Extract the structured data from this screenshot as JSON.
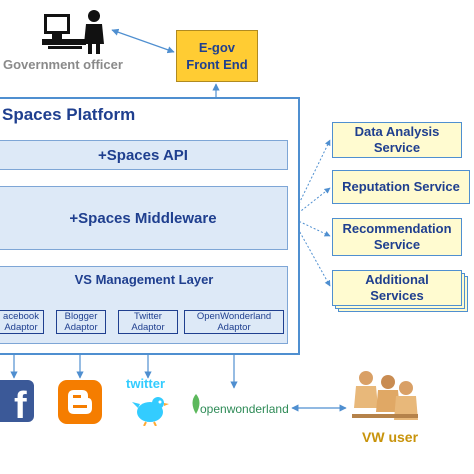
{
  "government_officer": {
    "label": "Government officer"
  },
  "egov": {
    "line1": "E-gov",
    "line2": "Front End"
  },
  "platform": {
    "title": "Spaces Platform",
    "api": "+Spaces API",
    "middleware": "+Spaces Middleware",
    "management_layer": "VS Management Layer",
    "adaptors": [
      {
        "line1": "acebook",
        "line2": "Adaptor"
      },
      {
        "line1": "Blogger",
        "line2": "Adaptor"
      },
      {
        "line1": "Twitter",
        "line2": "Adaptor"
      },
      {
        "line1": "OpenWonderland",
        "line2": "Adaptor"
      }
    ]
  },
  "services": [
    {
      "line1": "Data Analysis",
      "line2": "Service"
    },
    {
      "line1": "Reputation Service",
      "line2": ""
    },
    {
      "line1": "Recommendation",
      "line2": "Service"
    },
    {
      "line1": "Additional",
      "line2": "Services"
    }
  ],
  "logos": {
    "twitter_text": "twitter",
    "openwonderland_text": "openwonderland"
  },
  "vw_user": {
    "label": "VW user"
  },
  "colors": {
    "accent": "#1f3f8f",
    "platform_border": "#4f8fd0",
    "band_fill": "#dde9f7",
    "egov_fill": "#ffcc33",
    "service_fill": "#fffbd0",
    "caption_gold": "#c8930a"
  }
}
